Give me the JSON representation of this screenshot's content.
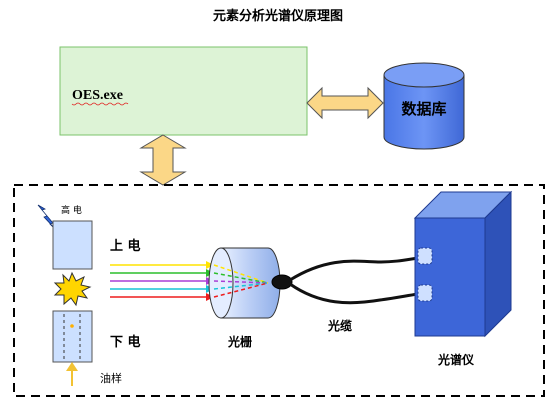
{
  "title": "元素分析光谱仪原理图",
  "software": {
    "label": "OES.exe"
  },
  "database": {
    "label": "数据库"
  },
  "electrodes": {
    "upper_label_small": "高 电",
    "upper_label": "上 电",
    "lower_label": "下 电",
    "oil_label": "油样"
  },
  "grating": {
    "label": "光栅"
  },
  "cable": {
    "label": "光缆"
  },
  "spectrometer": {
    "label": "光谱仪"
  },
  "colors": {
    "software_fill": "#ddf3d6",
    "software_stroke": "#7bc36b",
    "db_fill": "#5b86f0",
    "arrow_fill": "#fbd787",
    "electrode_fill": "#cce0ff",
    "spectrometer_front": "#3d66d8",
    "spectrometer_top": "#7fa2ee",
    "spectrometer_side": "#2e52b8",
    "spark_fill": "#ffd500",
    "beam_colors": [
      "#ffe400",
      "#2cbf2c",
      "#a93fd6",
      "#16c4d6",
      "#ee1d1d"
    ]
  },
  "icons": {
    "lightning": "lightning-bolt-icon",
    "spark": "spark-burst-icon"
  }
}
